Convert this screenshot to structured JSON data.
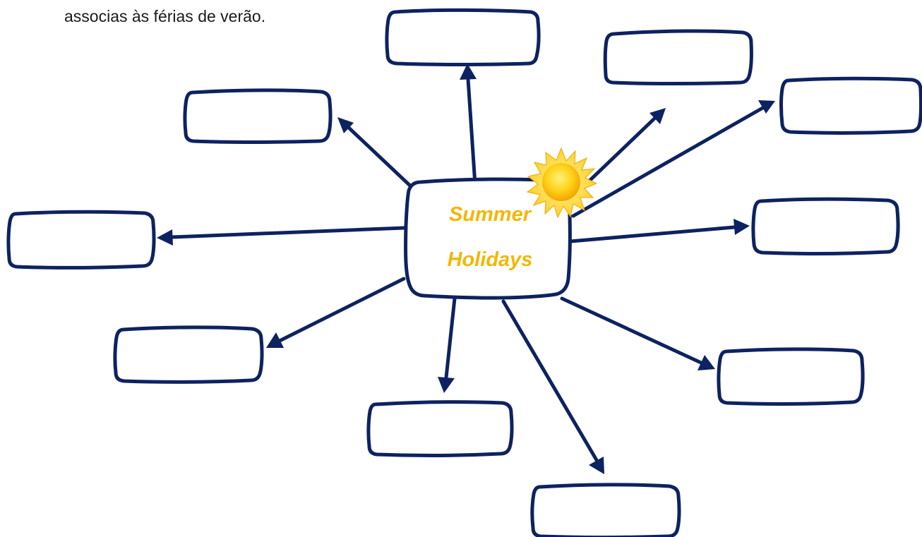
{
  "instruction_text": "associas às férias de verão.",
  "center": {
    "title_line_1": "Summer",
    "title_line_2": "Holidays"
  },
  "answer_boxes": [
    {
      "id": "top",
      "text": ""
    },
    {
      "id": "top-right",
      "text": ""
    },
    {
      "id": "far-right-upper",
      "text": ""
    },
    {
      "id": "upper-left",
      "text": ""
    },
    {
      "id": "left",
      "text": ""
    },
    {
      "id": "right",
      "text": ""
    },
    {
      "id": "lower-left",
      "text": ""
    },
    {
      "id": "bottom-center-left",
      "text": ""
    },
    {
      "id": "bottom",
      "text": ""
    },
    {
      "id": "lower-right",
      "text": ""
    }
  ],
  "colors": {
    "outline": "#0d2260",
    "title": "#f2b705",
    "sun": "#ffc800"
  },
  "icons": {
    "sun": "sun-icon"
  }
}
